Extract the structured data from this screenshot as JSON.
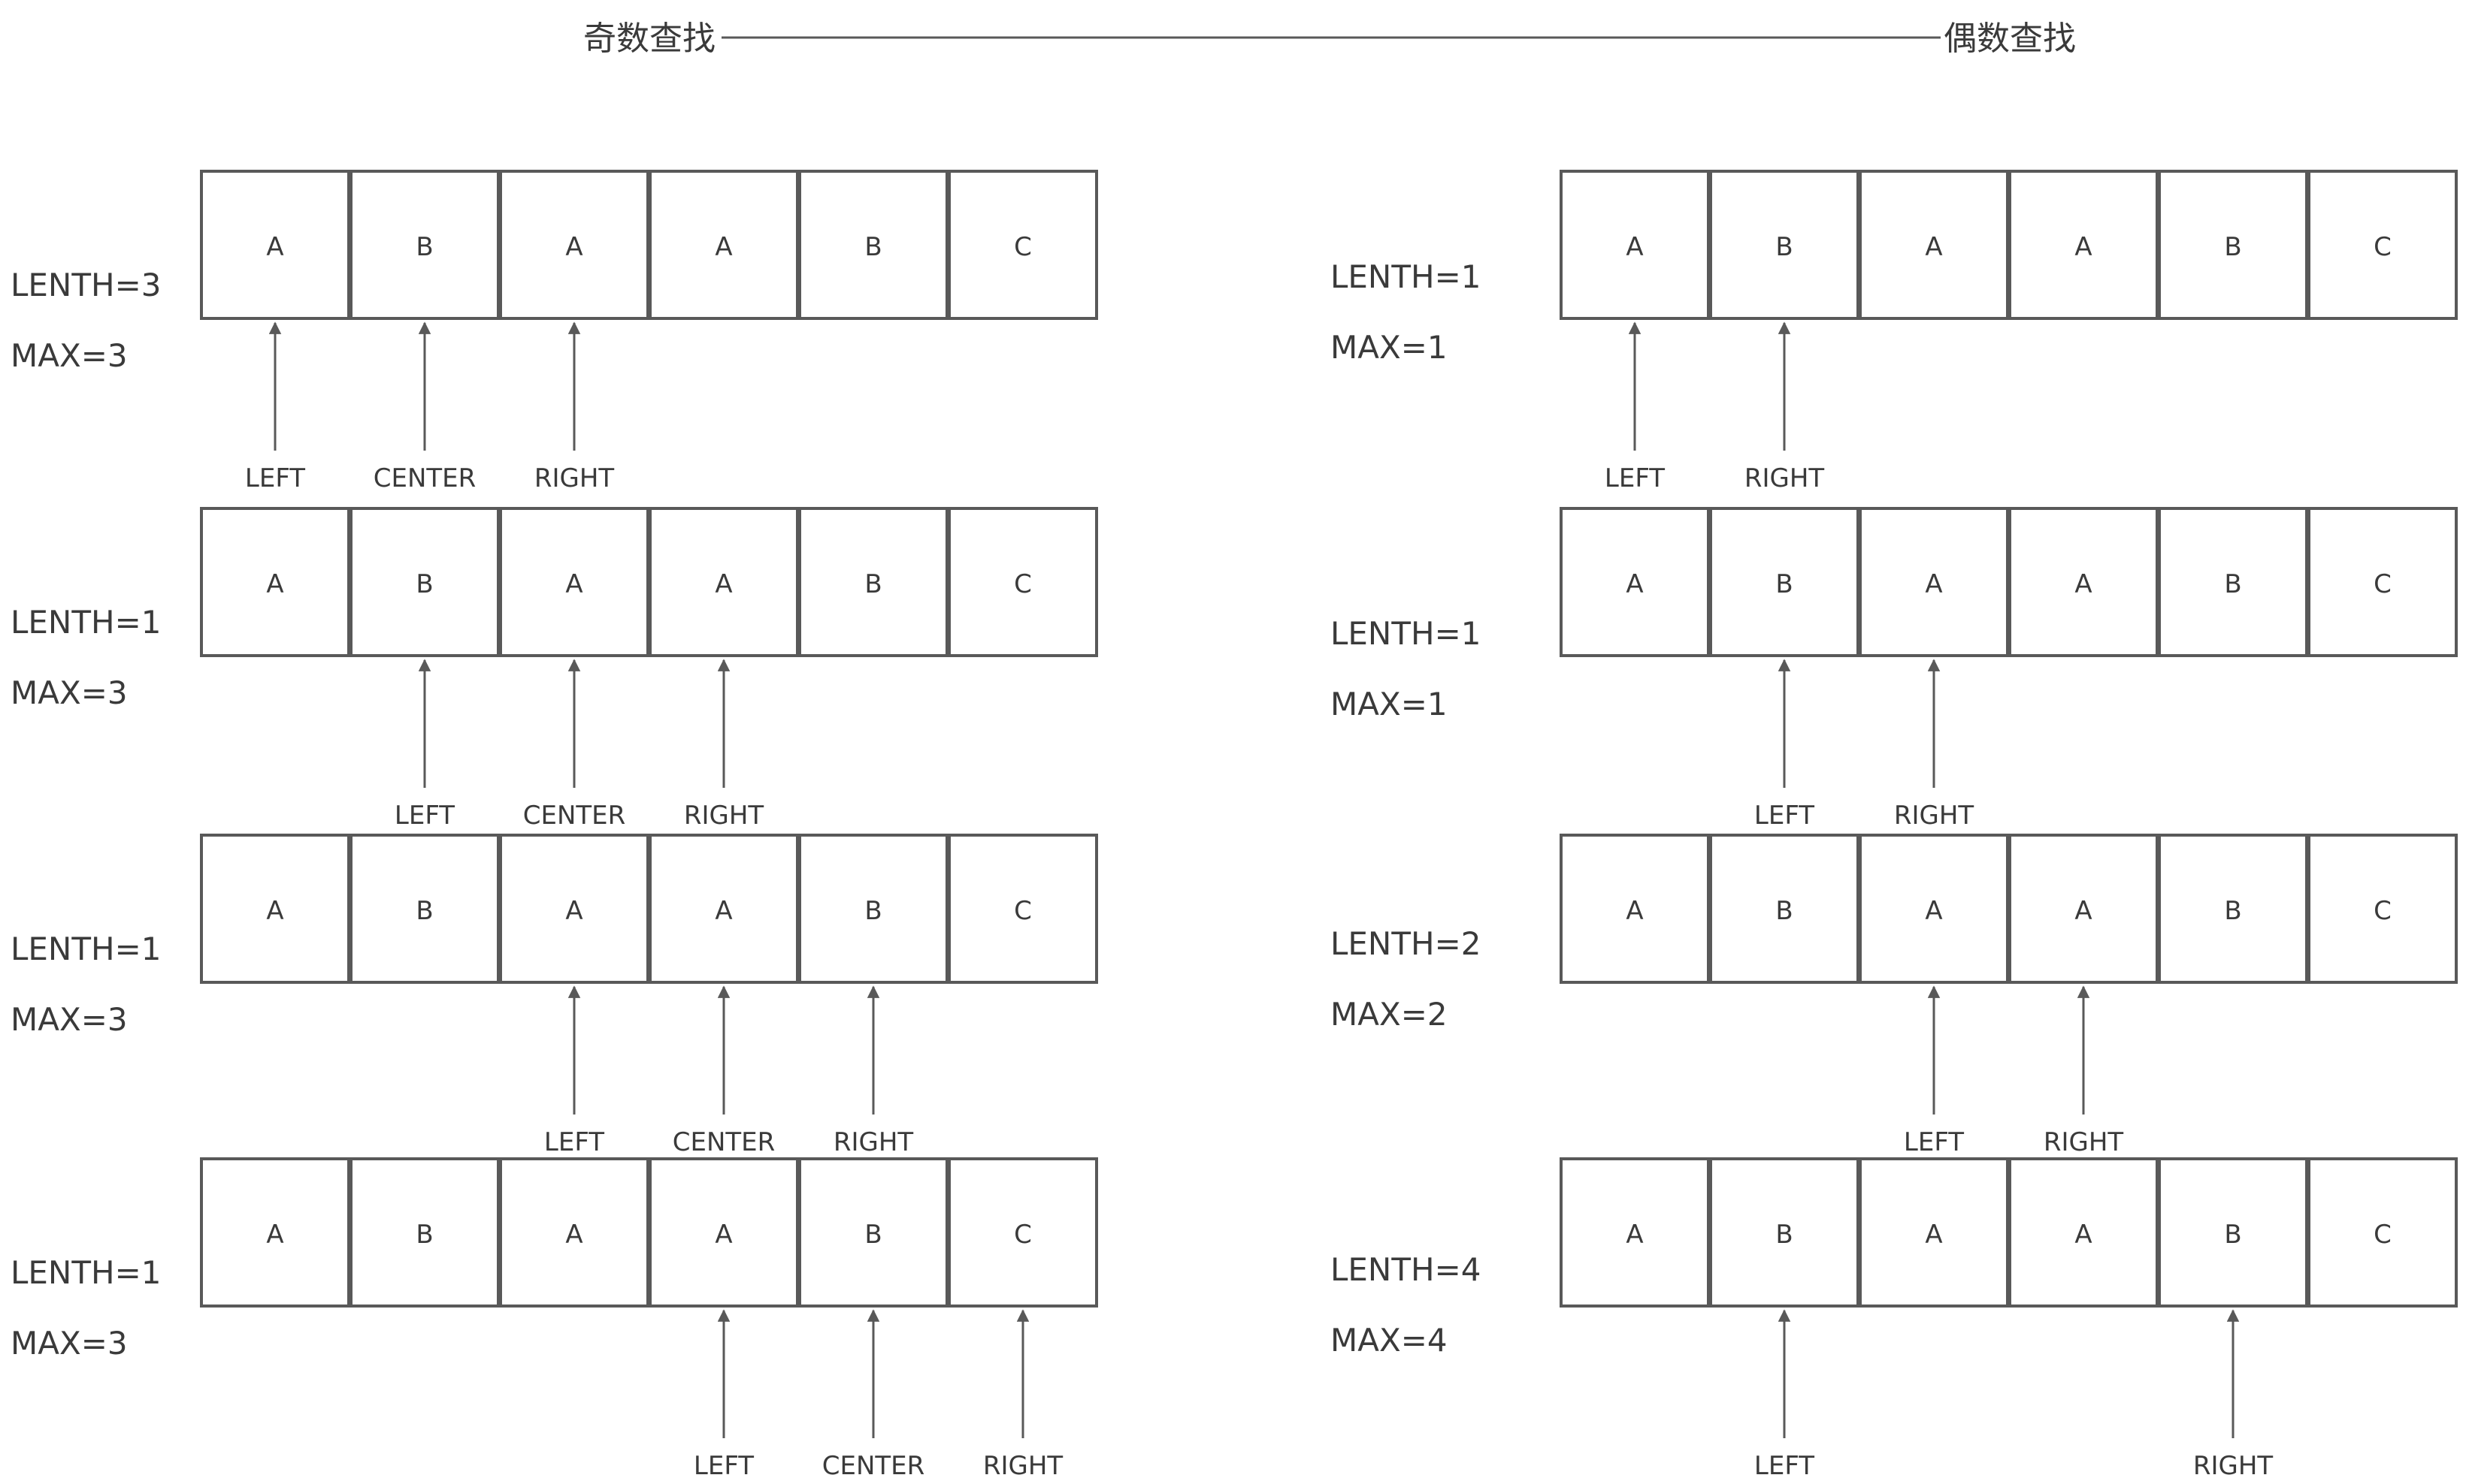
{
  "header": {
    "left_title": "奇数查找",
    "right_title": "偶数查找"
  },
  "colors": {
    "stroke": "#595959",
    "text": "#3a3a3a",
    "background": "#ffffff"
  },
  "sequence": [
    "A",
    "B",
    "A",
    "A",
    "B",
    "C"
  ],
  "panels": [
    {
      "id": "odd",
      "steps": [
        {
          "length_text": "LENTH=3",
          "max_text": "MAX=3",
          "pointers": [
            {
              "label": "LEFT",
              "cell": 0
            },
            {
              "label": "CENTER",
              "cell": 1
            },
            {
              "label": "RIGHT",
              "cell": 2
            }
          ]
        },
        {
          "length_text": "LENTH=1",
          "max_text": "MAX=3",
          "pointers": [
            {
              "label": "LEFT",
              "cell": 1
            },
            {
              "label": "CENTER",
              "cell": 2
            },
            {
              "label": "RIGHT",
              "cell": 3
            }
          ]
        },
        {
          "length_text": "LENTH=1",
          "max_text": "MAX=3",
          "pointers": [
            {
              "label": "LEFT",
              "cell": 2
            },
            {
              "label": "CENTER",
              "cell": 3
            },
            {
              "label": "RIGHT",
              "cell": 4
            }
          ]
        },
        {
          "length_text": "LENTH=1",
          "max_text": "MAX=3",
          "pointers": [
            {
              "label": "LEFT",
              "cell": 3
            },
            {
              "label": "CENTER",
              "cell": 4
            },
            {
              "label": "RIGHT",
              "cell": 5
            }
          ]
        }
      ]
    },
    {
      "id": "even",
      "steps": [
        {
          "length_text": "LENTH=1",
          "max_text": "MAX=1",
          "pointers": [
            {
              "label": "LEFT",
              "cell": 0
            },
            {
              "label": "RIGHT",
              "cell": 1
            }
          ]
        },
        {
          "length_text": "LENTH=1",
          "max_text": "MAX=1",
          "pointers": [
            {
              "label": "LEFT",
              "cell": 1
            },
            {
              "label": "RIGHT",
              "cell": 2
            }
          ]
        },
        {
          "length_text": "LENTH=2",
          "max_text": "MAX=2",
          "pointers": [
            {
              "label": "LEFT",
              "cell": 2
            },
            {
              "label": "RIGHT",
              "cell": 3
            }
          ]
        },
        {
          "length_text": "LENTH=4",
          "max_text": "MAX=4",
          "pointers": [
            {
              "label": "LEFT",
              "cell": 1
            },
            {
              "label": "RIGHT",
              "cell": 4
            }
          ]
        }
      ]
    }
  ]
}
